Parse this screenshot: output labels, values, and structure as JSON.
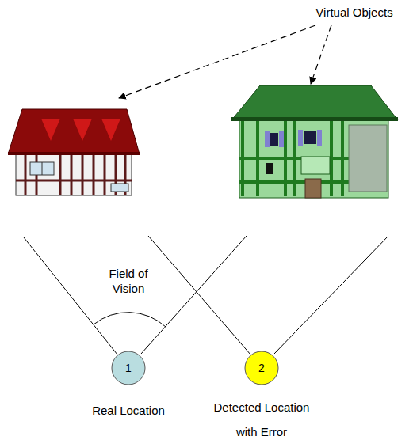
{
  "diagram": {
    "nodes": [
      {
        "text": [
          "1",
          "Real Location"
        ]
      },
      {
        "text": [
          "2",
          "Detected Location with Error"
        ]
      }
    ],
    "labels": [
      "Virtual Objects",
      "Field of Vision"
    ]
  }
}
